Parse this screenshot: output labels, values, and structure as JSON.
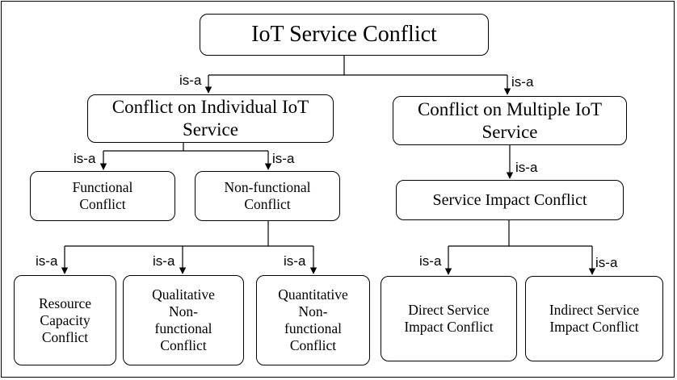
{
  "diagram": {
    "root": {
      "label": "IoT Service Conflict"
    },
    "left_branch": {
      "label": "Conflict on Individual IoT\nService"
    },
    "right_branch": {
      "label": "Conflict on Multiple IoT\nService"
    },
    "functional": {
      "label": "Functional\nConflict"
    },
    "nonfunctional": {
      "label": "Non-functional\nConflict"
    },
    "service_impact": {
      "label": "Service Impact Conflict"
    },
    "resource": {
      "label": "Resource\nCapacity\nConflict"
    },
    "qualitative": {
      "label": "Qualitative\nNon-\nfunctional\nConflict"
    },
    "quantitative": {
      "label": "Quantitative\nNon-\nfunctional\nConflict"
    },
    "direct": {
      "label": "Direct  Service\nImpact  Conflict"
    },
    "indirect": {
      "label": "Indirect  Service\nImpact  Conflict"
    },
    "relation_label": "is-a"
  },
  "colors": {
    "stroke": "#000000",
    "background": "#ffffff"
  }
}
